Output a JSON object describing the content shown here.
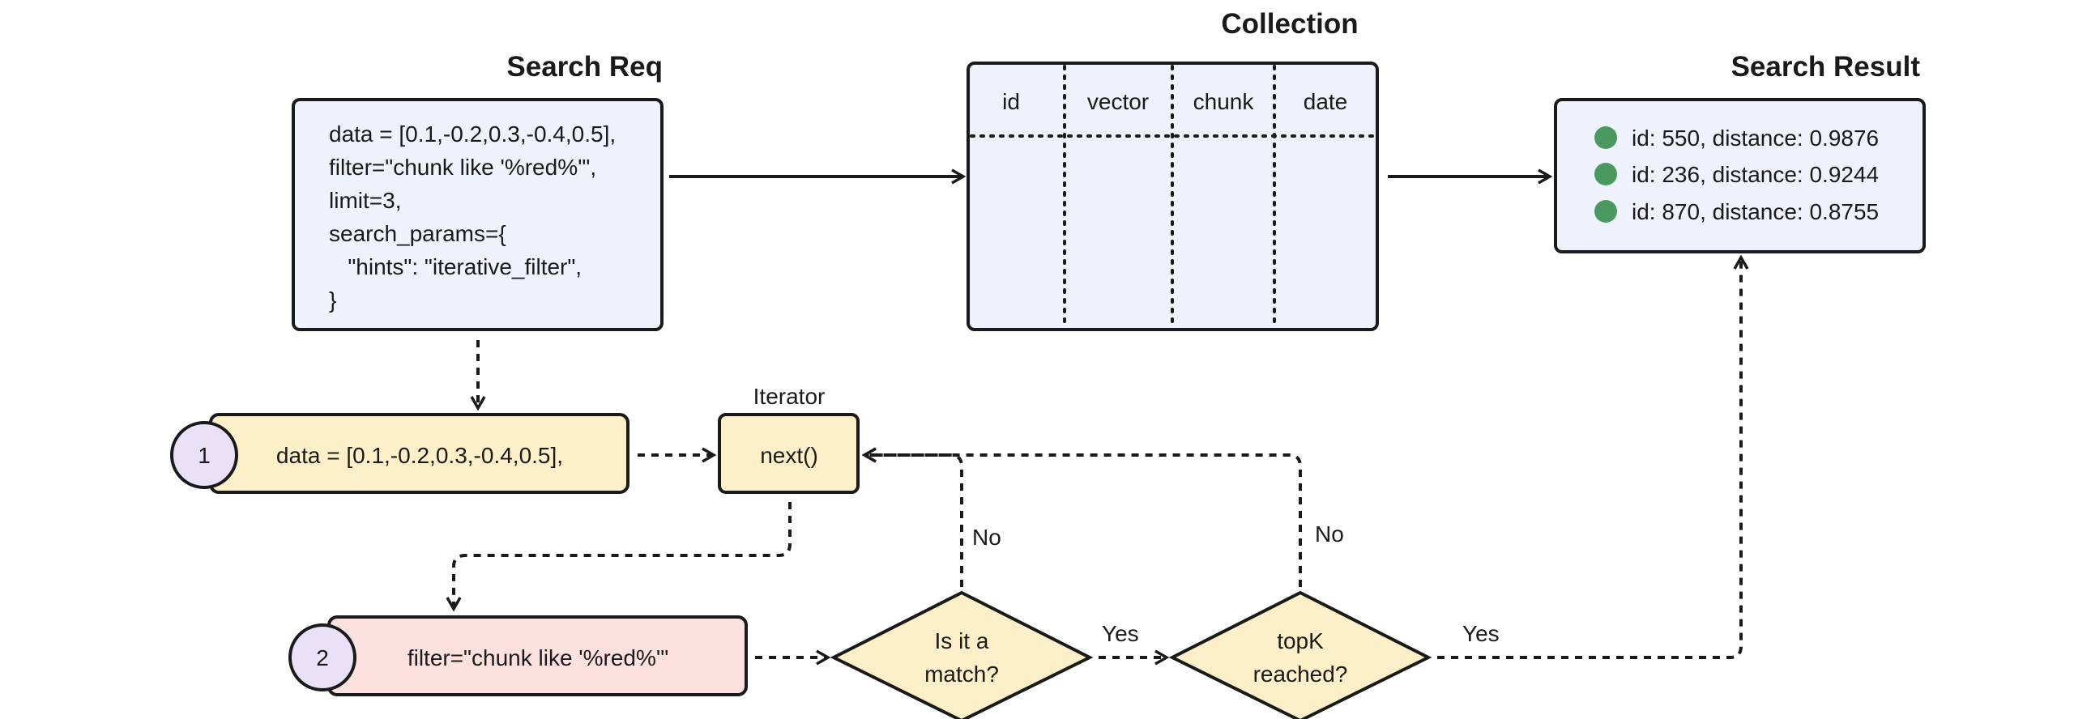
{
  "titles": {
    "search_req": "Search Req",
    "collection": "Collection",
    "search_result": "Search Result"
  },
  "search_req_lines": [
    "data = [0.1,-0.2,0.3,-0.4,0.5],",
    "filter=\"chunk like '%red%'\",",
    "limit=3,",
    "search_params={",
    "   \"hints\": \"iterative_filter\",",
    "}"
  ],
  "collection_columns": [
    "id",
    "vector",
    "chunk",
    "date"
  ],
  "results": [
    {
      "text": "id: 550, distance: 0.9876"
    },
    {
      "text": "id: 236, distance: 0.9244"
    },
    {
      "text": "id: 870, distance: 0.8755"
    }
  ],
  "step1": {
    "num": "1",
    "label": "data = [0.1,-0.2,0.3,-0.4,0.5],"
  },
  "step2": {
    "num": "2",
    "label": "filter=\"chunk like '%red%'\""
  },
  "iterator": {
    "caption": "Iterator",
    "label": "next()"
  },
  "decision_match": {
    "line1": "Is it a",
    "line2": "match?"
  },
  "decision_topk": {
    "line1": "topK",
    "line2": "reached?"
  },
  "edge_labels": {
    "match_yes": "Yes",
    "match_no": "No",
    "topk_yes": "Yes",
    "topk_no": "No"
  },
  "colors": {
    "blue_fill": "#eef2fb",
    "yellow_fill": "#fdf0c8",
    "pink_fill": "#fde0e0",
    "circle_fill": "#e8e1f8",
    "result_dot": "#4a9a5f"
  }
}
